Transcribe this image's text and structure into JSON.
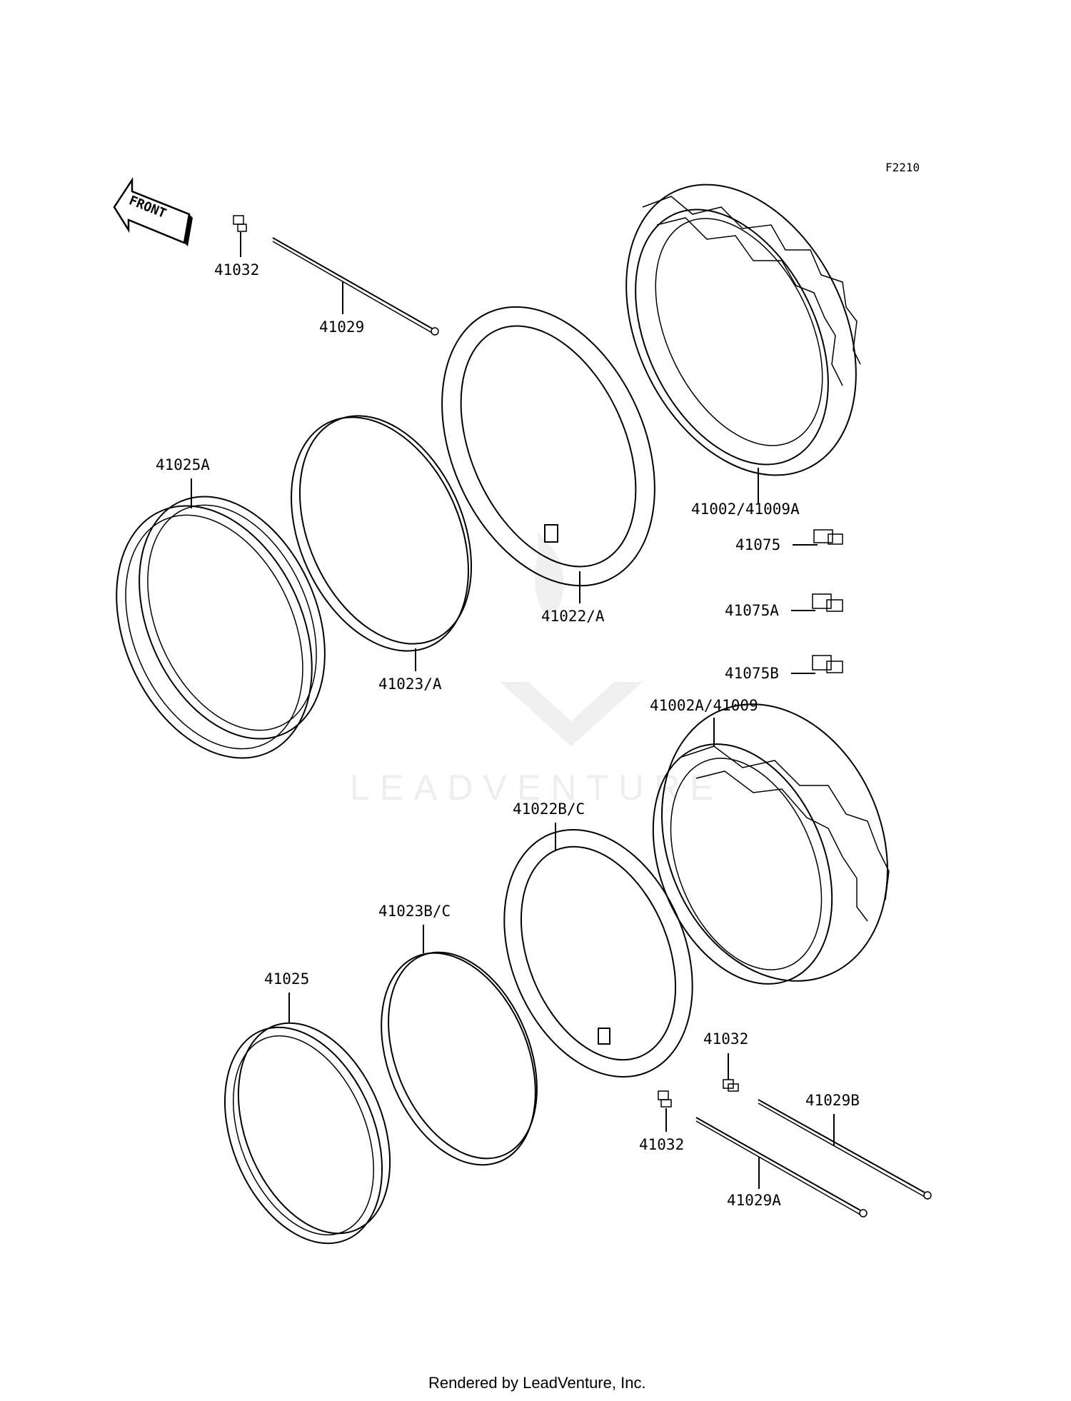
{
  "diagram": {
    "code": "F2210",
    "front_arrow": "FRONT",
    "watermark": "LEADVENTURE",
    "footer": "Rendered by LeadVenture, Inc.",
    "labels": {
      "p41032_top": "41032",
      "p41029": "41029",
      "p41025A": "41025A",
      "p41023A": "41023/A",
      "p41022A": "41022/A",
      "p41002_41009A": "41002/41009A",
      "p41075": "41075",
      "p41075A": "41075A",
      "p41075B": "41075B",
      "p41002A_41009": "41002A/41009",
      "p41022BC": "41022B/C",
      "p41023BC": "41023B/C",
      "p41025": "41025",
      "p41032_right": "41032",
      "p41029B": "41029B",
      "p41032_bottom": "41032",
      "p41029A": "41029A"
    }
  }
}
